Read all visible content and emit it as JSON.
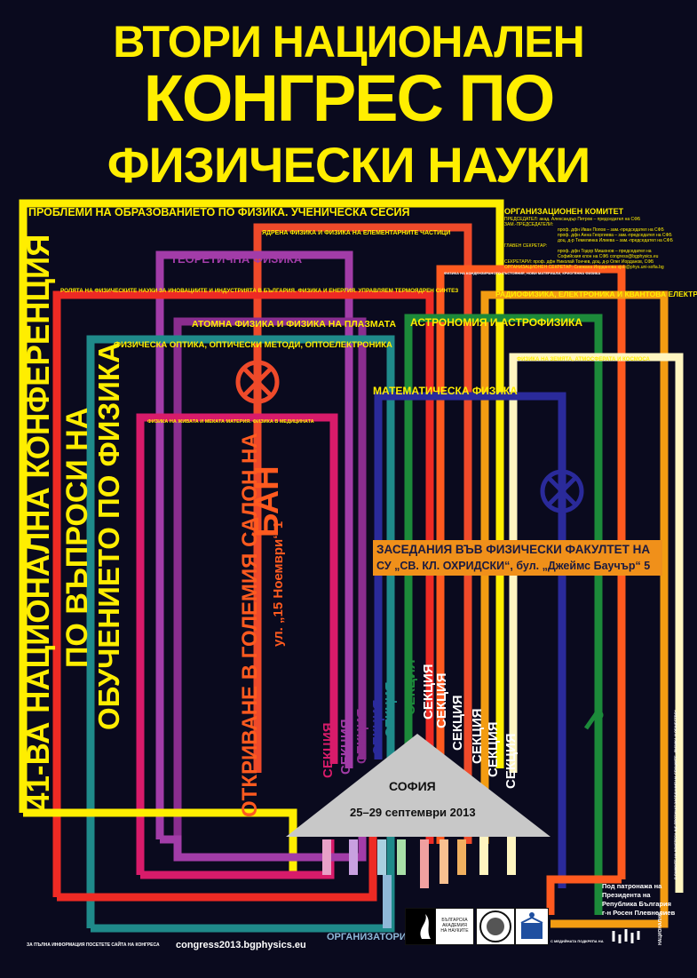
{
  "title": {
    "line1": "ВТОРИ НАЦИОНАЛЕН",
    "line2": "КОНГРЕС ПО",
    "line3": "ФИЗИЧЕСКИ НАУКИ"
  },
  "sections": [
    {
      "label": "ПРОБЛЕМИ НА ОБРАЗОВАНИЕТО ПО ФИЗИКА. УЧЕНИЧЕСКА СЕСИЯ",
      "color": "#ffee00"
    },
    {
      "label": "ЯДРЕНА ФИЗИКА И ФИЗИКА НА ЕЛЕМЕНТАРНИТЕ ЧАСТИЦИ",
      "color": "#ef4a2a"
    },
    {
      "label": "ТЕОРЕТИЧНА ФИЗИКА",
      "color": "#a23ca8"
    },
    {
      "label": "ФИЗИКА НА КОНДЕНЗИРАНОТО СЪСТОЯНИЕ, НОВИ МАТЕРИАЛИ, КРИОГЕННА ФИЗИКА",
      "color": "#ff5a1f"
    },
    {
      "label": "РОЛЯТА НА ФИЗИЧЕСКИТЕ НАУКИ ЗА ИНОВАЦИИТЕ И ИНДУСТРИЯТА В БЪЛГАРИЯ. ФИЗИКА И ЕНЕРГИЯ. УПРАВЛЯЕМ ТЕРМОЯДРЕН СИНТЕЗ",
      "color": "#ee2a24"
    },
    {
      "label": "РАДИОФИЗИКА, ЕЛЕКТРОНИКА И КВАНТОВА ЕЛЕКТРОНИКА",
      "color": "#f39c12"
    },
    {
      "label": "АТОМНА ФИЗИКА И ФИЗИКА НА ПЛАЗМАТА",
      "color": "#8a2d8f"
    },
    {
      "label": "АСТРОНОМИЯ И АСТРОФИЗИКА",
      "color": "#1c8a3a"
    },
    {
      "label": "ФИЗИЧЕСКА ОПТИКА, ОПТИЧЕСКИ МЕТОДИ, ОПТОЕЛЕКТРОНИКА",
      "color": "#1f8a8a"
    },
    {
      "label": "ФИЗИКА НА ЗЕМЯТА, АТМОСФЕРАТА И КОСМОСА",
      "color": "#fff5c0"
    },
    {
      "label": "МАТЕМАТИЧЕСКА ФИЗИКА",
      "color": "#2a2a9a"
    },
    {
      "label": "ФИЗИКА НА ЖИВАТА И МЕКАТА МАТЕРИЯ. ФИЗИКА В МЕДИЦИНАТА",
      "color": "#d81b6a"
    }
  ],
  "section_word": "СЕКЦИЯ",
  "committee": {
    "heading": "ОРГАНИЗАЦИОНЕН КОМИТЕТ",
    "lines": [
      "ПРЕДСЕДАТЕЛ: акад. Александър Петров – председател на СФБ",
      "ЗАМ.-ПРЕДСЕДАТЕЛИ:",
      "проф. дфн Иван Попов – зам.-председател на СФБ",
      "проф. дфн Анна Георгиева – зам.-председател на СФБ",
      "доц. д-р Темелинка Илиева – зам.-председател на СФБ",
      "ГЛАВЕН СЕКРЕТАР:",
      "проф. дфн Тодор Мишонов – председател на",
      "Софийския клон на СФБ congress@bgphysics.eu",
      "СЕКРЕТАРИ: проф. дфн Николай Тончев, доц. д-р Олег Йорданов, СФБ",
      "ОРГАНИЗАЦИОНЕН СЕКРЕТАР: Снежана Йорданова sjob@phys.uni-sofia.bg"
    ]
  },
  "conference": {
    "line1": "41-ВА НАЦИОНАЛНА КОНФЕРЕНЦИЯ",
    "line2": "ПО ВЪПРОСИ НА",
    "line3": "ОБУЧЕНИЕТО ПО ФИЗИКА"
  },
  "opening": {
    "line1": "ОТКРИВАНЕ В ГОЛЕМИЯ САЛОН НА",
    "ban": "БАН",
    "line2": "ул. „15 Ноември“ 1"
  },
  "venue": {
    "line1": "ЗАСЕДАНИЯ ВЪВ ФИЗИЧЕСКИ ФАКУЛТЕТ НА",
    "line2": "СУ „СВ. КЛ. ОХРИДСКИ“, бул. „Джеймс Баучър“ 5"
  },
  "city": "СОФИЯ",
  "dates": "25–29 септември 2013",
  "organizers": "ОРГАНИЗАТОРИ",
  "website": {
    "note": "ЗА ПЪЛНА ИНФОРМАЦИЯ ПОСЕТЕТЕ САЙТА НА КОНГРЕСА",
    "url": "congress2013.bgphysics.eu"
  },
  "patronage": {
    "line1": "Под патронажа на",
    "line2": "Президента на",
    "line3": "Република България",
    "line4": "г-н Росен Плевнелиев"
  },
  "media_partner": "С МЕДИЙНАТА ПОДКРЕПА НА",
  "media_name": "НАЦИОНАЛНО",
  "logos": {
    "bas_line1": "БЪЛГАРСКА",
    "bas_line2": "АКАДЕМИЯ",
    "bas_line3": "НА НАУКИТЕ"
  },
  "right_vertical": "В РАМКИТЕ НА КОНГРЕСА ЩЕ ПРОТИЧАТ ЗАСЕДАНИЯ НА СЕКЦИИТЕ „ФИЗИКА И ОБЩЕСТВО“"
}
